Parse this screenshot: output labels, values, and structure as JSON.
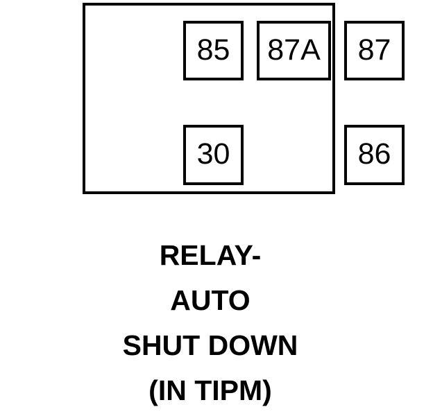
{
  "diagram": {
    "kind": "relay-terminal-pinout",
    "colors": {
      "ink": "#000000",
      "background": "#ffffff"
    },
    "relay_body": {
      "name": "relay-body-outline"
    },
    "terminals": [
      {
        "id": "85",
        "label": "85",
        "row": "top",
        "position": "left"
      },
      {
        "id": "87A",
        "label": "87A",
        "row": "top",
        "position": "center"
      },
      {
        "id": "87",
        "label": "87",
        "row": "top",
        "position": "right"
      },
      {
        "id": "30",
        "label": "30",
        "row": "bottom",
        "position": "left"
      },
      {
        "id": "86",
        "label": "86",
        "row": "bottom",
        "position": "right"
      }
    ],
    "caption": {
      "lines": [
        "RELAY-",
        "AUTO",
        "SHUT DOWN",
        "(IN TIPM)"
      ],
      "full_text": "RELAY- AUTO SHUT DOWN (IN TIPM)"
    }
  }
}
